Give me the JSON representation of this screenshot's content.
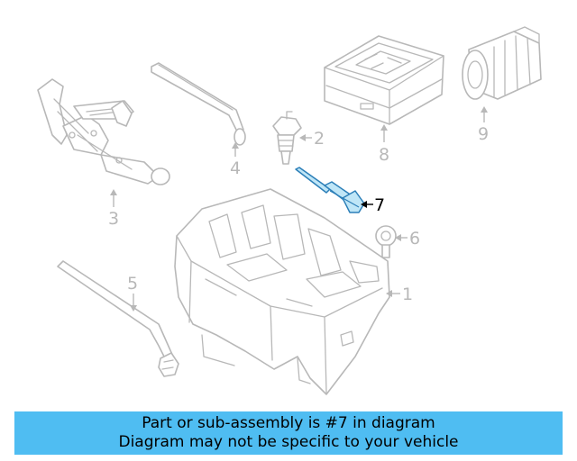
{
  "diagram": {
    "callouts": {
      "c1": "1",
      "c2": "2",
      "c3": "3",
      "c4": "4",
      "c5": "5",
      "c6": "6",
      "c7": "7",
      "c8": "8",
      "c9": "9"
    },
    "highlighted_part": "7"
  },
  "banner": {
    "line1": "Part or sub-assembly is #7 in diagram",
    "line2": "Diagram may not be specific to your vehicle"
  }
}
